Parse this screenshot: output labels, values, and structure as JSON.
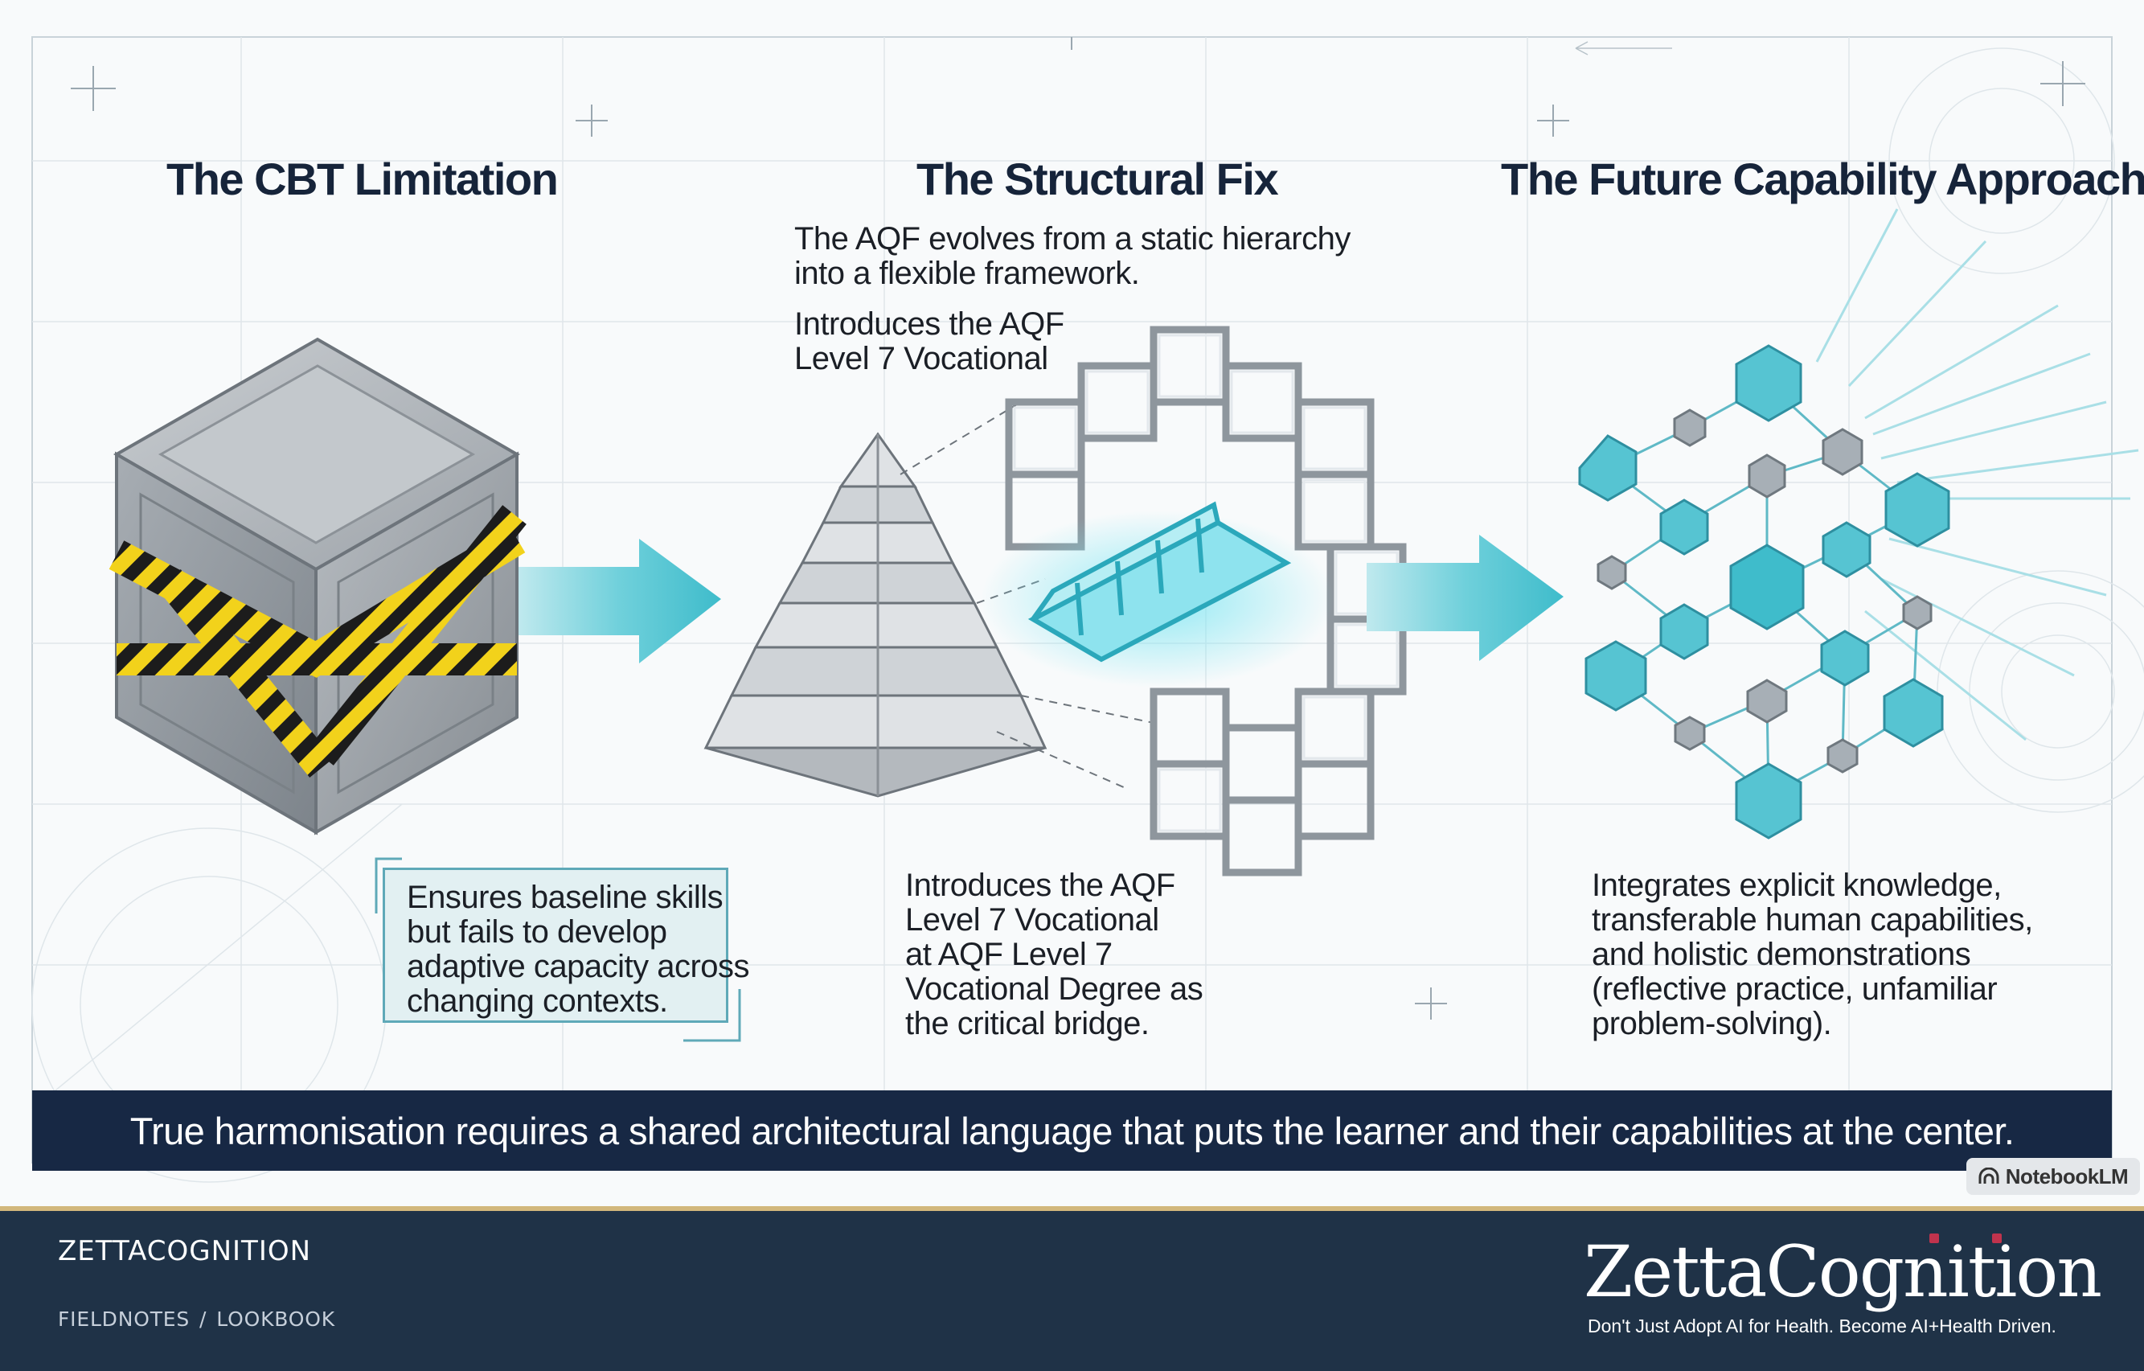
{
  "diagram": {
    "columns": [
      {
        "title": "The CBT Limitation",
        "callout_lines": [
          "Ensures baseline skills",
          "but fails to develop",
          "adaptive capacity across",
          "changing contexts."
        ]
      },
      {
        "title": "The Structural Fix",
        "top_lines": [
          "The AQF evolves from a static hierarchy",
          "into a flexible framework."
        ],
        "mid_lines": [
          "Introduces the AQF",
          "Level 7 Vocational"
        ],
        "bottom_lines": [
          "Introduces the AQF",
          "Level 7 Vocational",
          "at AQF Level 7",
          "Vocational Degree as",
          "the critical bridge."
        ]
      },
      {
        "title": "The Future Capability Approach",
        "body_lines": [
          "Integrates explicit knowledge,",
          "transferable human capabilities,",
          "and holistic demonstrations",
          "(reflective practice, unfamiliar",
          "problem-solving)."
        ]
      }
    ],
    "banner": "True harmonisation requires a shared architectural language that puts the learner and their capabilities at the center.",
    "badge": "NotebookLM",
    "colors": {
      "navy": "#172844",
      "teal": "#3fbccb",
      "hazard_yellow": "#f2d21b",
      "metal": "#9aa1a8"
    }
  },
  "footer": {
    "brand": "ZETTACOGNITION",
    "breadcrumb": [
      "FIELDNOTES",
      "LOOKBOOK"
    ],
    "breadcrumb_sep": "/",
    "logo_text": "ZettaCognition",
    "tagline": "Don't Just Adopt AI for Health. Become AI+Health Driven."
  }
}
